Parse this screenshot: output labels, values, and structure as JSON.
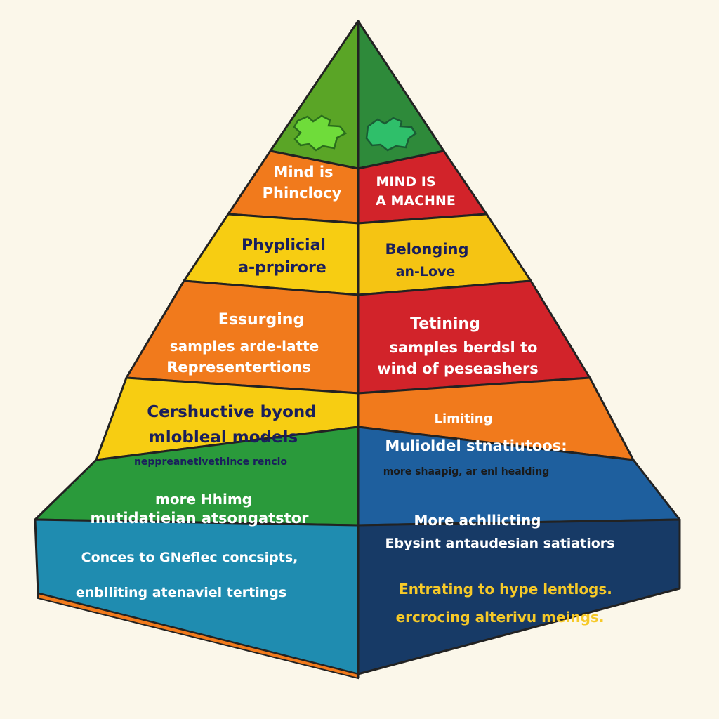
{
  "colors": {
    "background": "#fbf7ea",
    "outline": "#222222",
    "green_top_left": "#5aa526",
    "green_top_right": "#2e8a3a",
    "orange": "#f17a1c",
    "red": "#d2232a",
    "yellow": "#f7cd12",
    "yellow_right": "#f5c413",
    "green_band": "#2a9a3b",
    "blue_band": "#1e5f9e",
    "teal_base": "#1f8cb0",
    "navy_base": "#173a66"
  },
  "pyramid": {
    "apex": {
      "icons": [
        "green-puzzle-icon",
        "green-puzzle-icon"
      ]
    },
    "left_face": [
      {
        "lines": [
          "Mind is",
          "Phinclocy"
        ]
      },
      {
        "lines": [
          "Phyplicial",
          "a-prpirore"
        ]
      },
      {
        "lines": [
          "Essurging",
          "samples arde-latte",
          "Representertions"
        ]
      },
      {
        "lines": [
          "Cershuctive byond",
          "mlobleal models",
          "neppreanetivethince renclo"
        ]
      },
      {
        "lines": [
          "more Hhimg",
          "mutidatieian atsongatstor"
        ]
      },
      {
        "lines": [
          "Conces to GNeflec concsipts,",
          "enblliting atenaviel tertings"
        ]
      }
    ],
    "right_face": [
      {
        "lines": [
          "MIND IS",
          "A MACHNE"
        ]
      },
      {
        "lines": [
          "Belonging",
          "an-Love"
        ]
      },
      {
        "lines": [
          "Tetining",
          "samples berdsl to",
          "wind of peseashers"
        ]
      },
      {
        "lines": [
          "Limiting",
          "Mulioldel stnatiutoos:",
          "more shaapig, ar enl healding"
        ]
      },
      {
        "lines": [
          "More achllicting",
          "Ebysint antaudesian satiatiors"
        ]
      },
      {
        "lines": [
          "Entrating to hype lentlogs.",
          "ercrocing alterivu meings."
        ]
      }
    ]
  }
}
